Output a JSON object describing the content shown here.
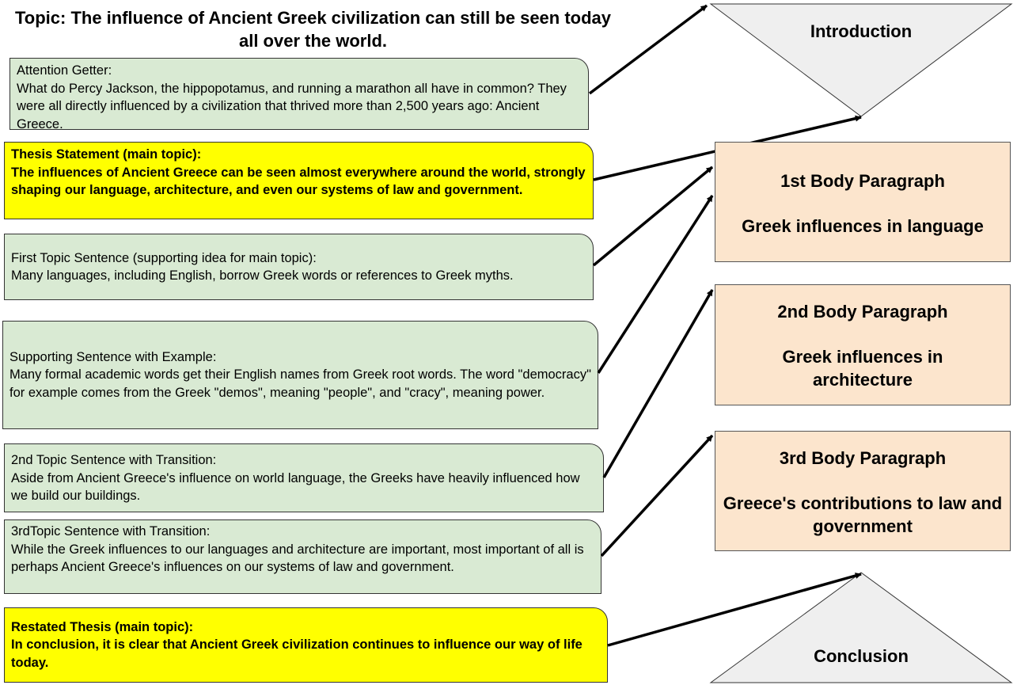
{
  "topic": "Topic: The influence of Ancient Greek civilization can still be seen today all over the world.",
  "boxes": {
    "attention": {
      "label": "Attention Getter:",
      "text": "What do Percy Jackson, the hippopotamus, and running a marathon all have in common? They were all directly influenced by a civilization that thrived more than 2,500 years ago: Ancient Greece."
    },
    "thesis": {
      "label": "Thesis Statement (main topic):",
      "text": "The influences of Ancient Greece can be seen almost everywhere around the world, strongly shaping our language, architecture, and even our systems of law and government."
    },
    "topic1": {
      "label": "First Topic Sentence (supporting idea for main topic):",
      "text": "Many languages, including English, borrow Greek words or references to Greek myths."
    },
    "support": {
      "label": "Supporting Sentence with Example:",
      "text": "Many formal academic words get their English names from Greek root words. The word \"democracy\" for example comes from the Greek \"demos\", meaning \"people\", and \"cracy\", meaning power."
    },
    "topic2": {
      "label": "2nd Topic Sentence with Transition:",
      "text": "Aside from Ancient Greece's influence on world language, the Greeks have heavily influenced how we build our buildings."
    },
    "topic3": {
      "label": "3rdTopic Sentence with Transition:",
      "text": "While the Greek influences to our languages and architecture are important, most important of all is perhaps Ancient Greece's influences on our systems of law and government."
    },
    "restated": {
      "label": "Restated Thesis (main topic):",
      "text": "In conclusion, it is clear that Ancient Greek civilization continues to influence our way of life today."
    }
  },
  "sections": {
    "introduction": "Introduction",
    "body1": {
      "title": "1st Body Paragraph",
      "subtitle": "Greek influences in language"
    },
    "body2": {
      "title": "2nd Body Paragraph",
      "subtitle": "Greek influences in architecture"
    },
    "body3": {
      "title": "3rd Body Paragraph",
      "subtitle": "Greece's contributions to law and government"
    },
    "conclusion": "Conclusion"
  },
  "colors": {
    "green_box": "#d9ead3",
    "yellow_box": "#ffff00",
    "peach_box": "#fce5cd",
    "triangle": "#efefef"
  }
}
